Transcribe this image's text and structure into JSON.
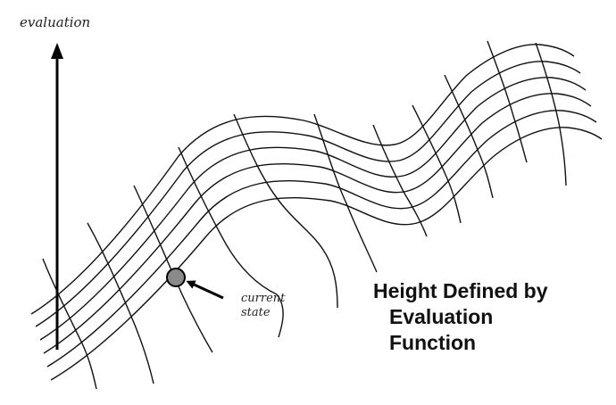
{
  "axis_label": "evaluation",
  "current_state_label": [
    "current",
    "state"
  ],
  "caption": [
    "Height Defined by",
    "Evaluation",
    "Function"
  ]
}
